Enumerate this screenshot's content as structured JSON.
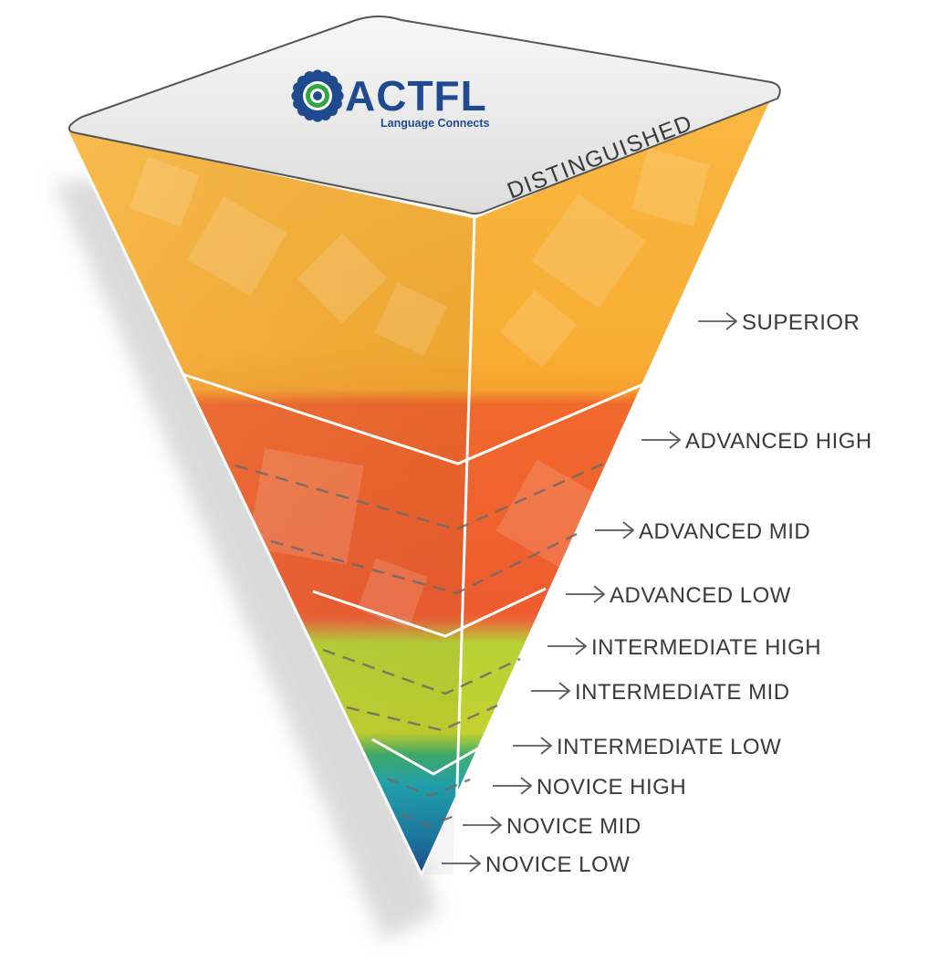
{
  "logo": {
    "name": "ACTFL",
    "tagline": "Language Connects",
    "icon": "flower-mandala-icon",
    "color": "#1f4a8e"
  },
  "top_level": "DISTINGUISHED",
  "levels": [
    {
      "label": "SUPERIOR",
      "color": "#f6aa2c"
    },
    {
      "label": "ADVANCED HIGH",
      "color": "#ee5c2f"
    },
    {
      "label": "ADVANCED MID",
      "color": "#ee5c2f"
    },
    {
      "label": "ADVANCED LOW",
      "color": "#ee5c2f"
    },
    {
      "label": "INTERMEDIATE HIGH",
      "color": "#c2d12f"
    },
    {
      "label": "INTERMEDIATE MID",
      "color": "#c2d12f"
    },
    {
      "label": "INTERMEDIATE LOW",
      "color": "#c2d12f"
    },
    {
      "label": "NOVICE HIGH",
      "color": "#21a4b0"
    },
    {
      "label": "NOVICE MID",
      "color": "#21a4b0"
    },
    {
      "label": "NOVICE LOW",
      "color": "#1f4a8e"
    }
  ]
}
